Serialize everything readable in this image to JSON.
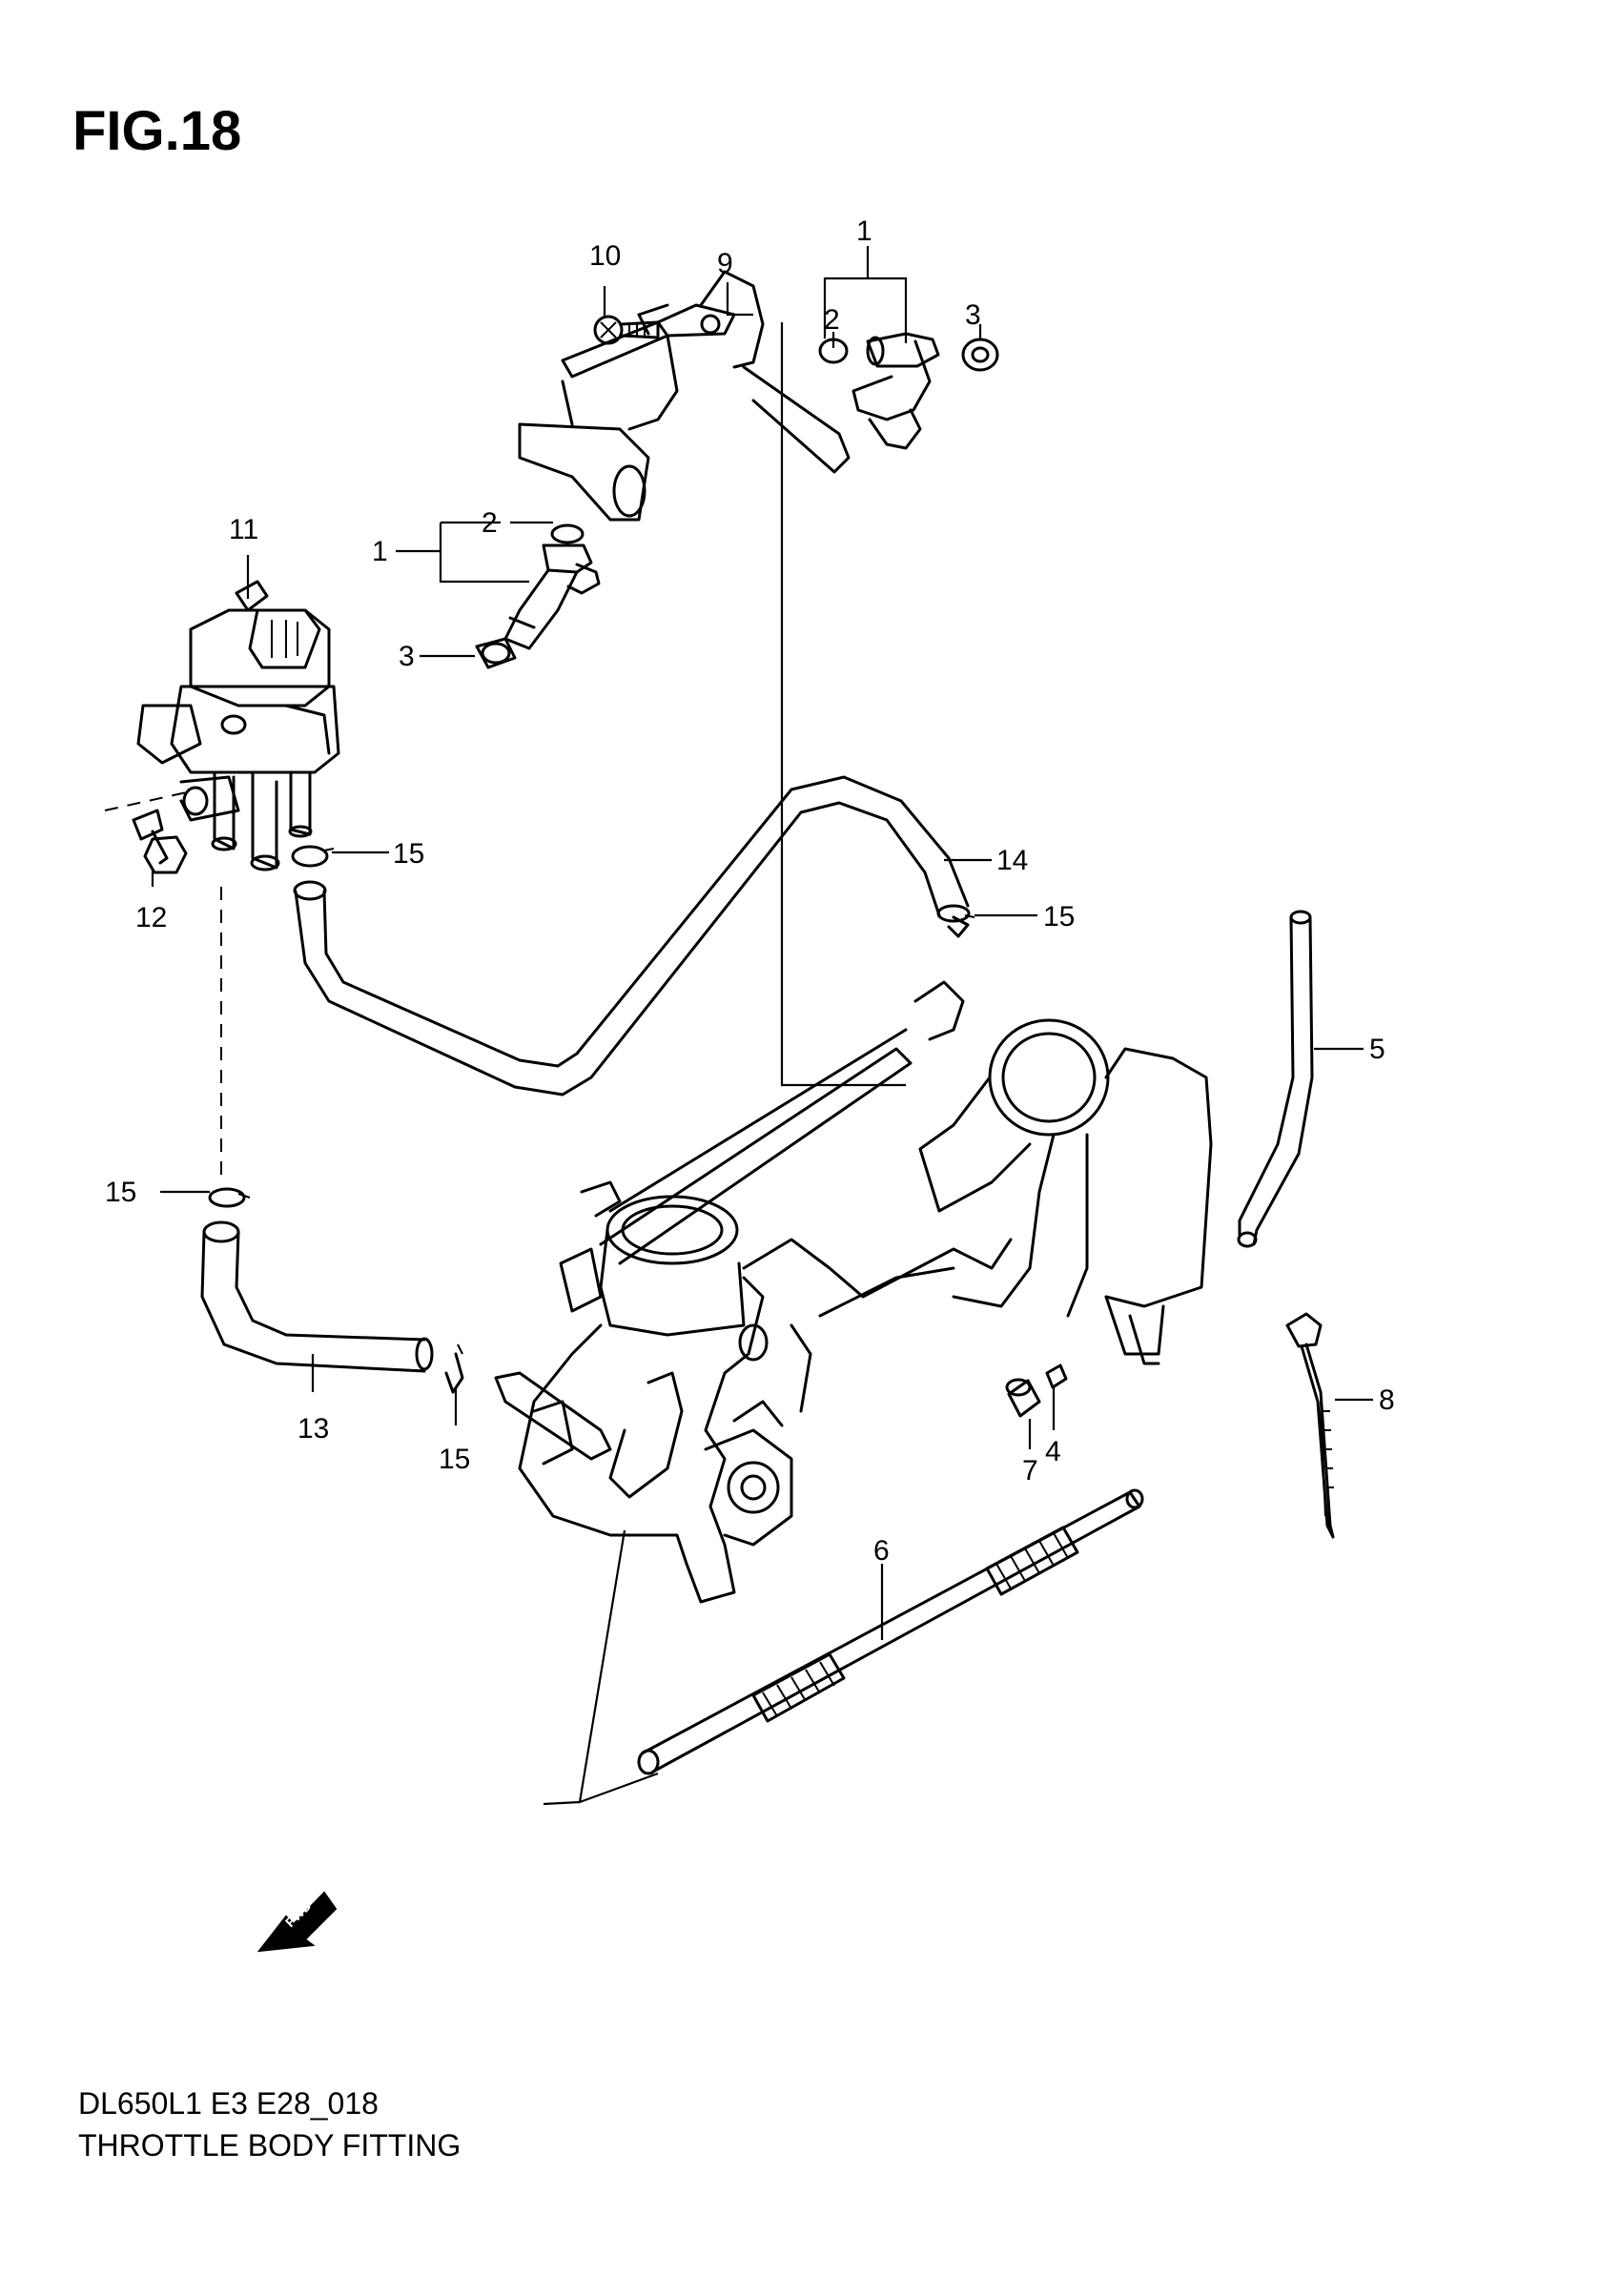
{
  "figure": {
    "title": "FIG.18",
    "code": "DL650L1 E3 E28_018",
    "caption": "THROTTLE BODY FITTING"
  },
  "fwd_arrow": {
    "label": "FWD"
  },
  "callouts": {
    "c1a": "1",
    "c1b": "1",
    "c2a": "2",
    "c2b": "2",
    "c3a": "3",
    "c3b": "3",
    "c4": "4",
    "c5": "5",
    "c6": "6",
    "c7": "7",
    "c8": "8",
    "c9": "9",
    "c10": "10",
    "c11": "11",
    "c12": "12",
    "c13": "13",
    "c14": "14",
    "c15a": "15",
    "c15b": "15",
    "c15c": "15",
    "c15d": "15"
  },
  "colors": {
    "ink": "#000000",
    "paper": "#ffffff"
  }
}
